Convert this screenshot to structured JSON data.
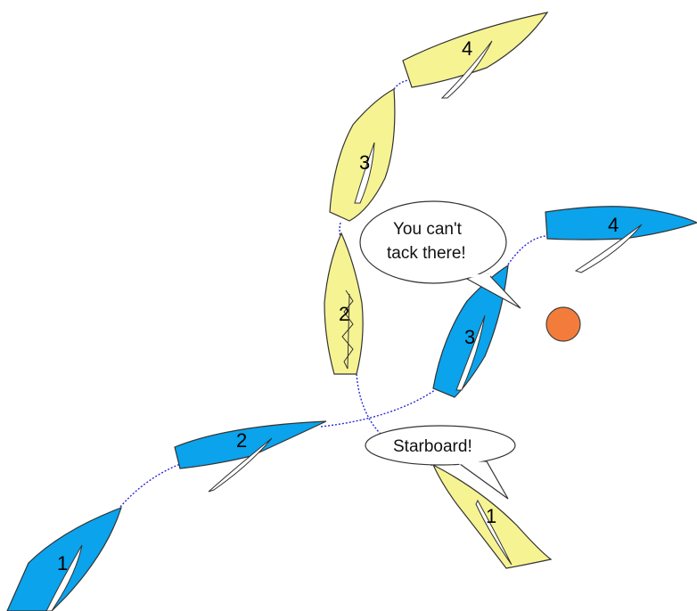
{
  "colors": {
    "blue_boat": "#0aa3ec",
    "yellow_boat": "#f6f393",
    "hull_outline": "#333333",
    "sail_fill": "#ffffff",
    "track": "#2a2ad8",
    "mark": "#f47c3a",
    "background": "#ffffff"
  },
  "boats": {
    "blue": {
      "color_name": "blue",
      "positions": [
        {
          "label": "1"
        },
        {
          "label": "2"
        },
        {
          "label": "3"
        },
        {
          "label": "4"
        }
      ]
    },
    "yellow": {
      "color_name": "yellow",
      "positions": [
        {
          "label": "1"
        },
        {
          "label": "2"
        },
        {
          "label": "3"
        },
        {
          "label": "4"
        }
      ]
    }
  },
  "callouts": {
    "blue_says": {
      "lines": [
        "You can't",
        "tack there!"
      ]
    },
    "yellow_says": {
      "lines": [
        "Starboard!"
      ]
    }
  },
  "mark": {
    "name": "orange-mark"
  }
}
